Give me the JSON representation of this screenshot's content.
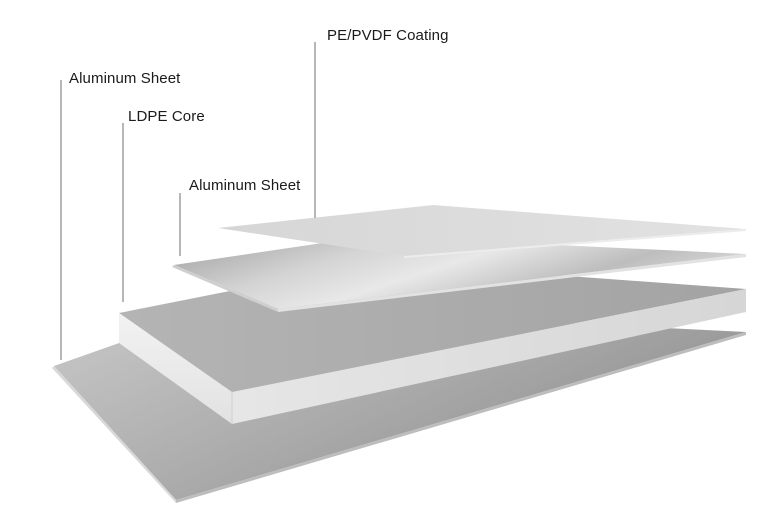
{
  "title": "",
  "layers": [
    {
      "id": "coating",
      "label": "PE/PVDF Coating"
    },
    {
      "id": "aluminum-top",
      "label": "Aluminum Sheet"
    },
    {
      "id": "core",
      "label": "LDPE Core"
    },
    {
      "id": "aluminum-bottom",
      "label": "Aluminum Sheet"
    }
  ],
  "colors": {
    "coating": "#dcdcdc",
    "aluminum_light": "#e4e4e4",
    "aluminum_dark": "#9a9a9a",
    "core_top": "#a9a9a9",
    "core_front": "#ededed",
    "leader_line": "#6f6f6f",
    "text": "#1a1a1a"
  }
}
